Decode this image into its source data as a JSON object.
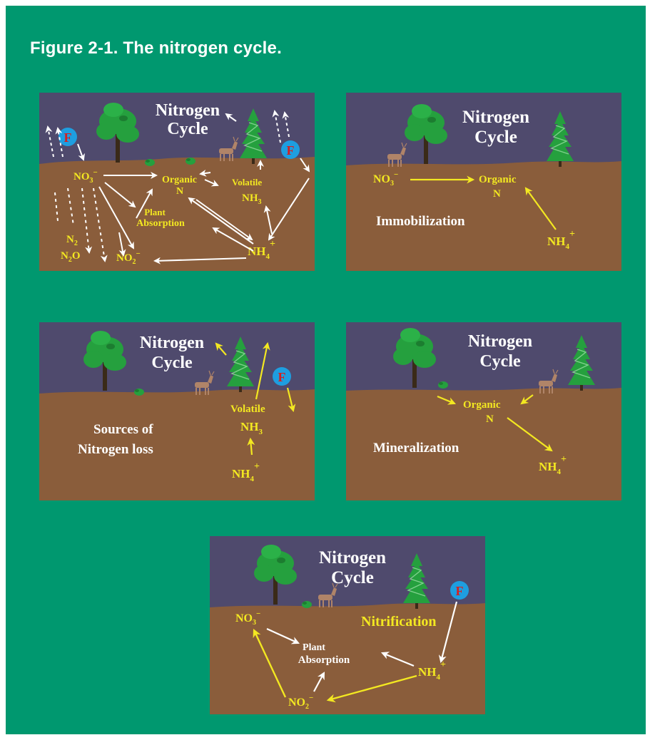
{
  "figure": {
    "title": "Figure 2-1. The nitrogen cycle.",
    "colors": {
      "background": "#00986f",
      "sky": "#4f4a6d",
      "soil": "#8a5d3b",
      "label_yellow": "#f3e821",
      "arrow_white": "#ffffff",
      "tree_green": "#25a03e",
      "fertilizer_blue": "#1e9ee0",
      "fertilizer_red": "#d42020"
    }
  },
  "fertilizer_label": "F",
  "panels": {
    "full": {
      "title_line1": "Nitrogen",
      "title_line2": "Cycle",
      "no3": "NO",
      "no3_sub": "3",
      "no3_sup": "−",
      "organic": "Organic",
      "organic_n": "N",
      "volatile": "Volatile",
      "nh3": "NH",
      "nh3_sub": "3",
      "plant": "Plant",
      "absorption": "Absorption",
      "nh4": "NH",
      "nh4_sub": "4",
      "nh4_sup": "+",
      "n2": "N",
      "n2_sub": "2",
      "n2o": "N",
      "n2o_sub": "2",
      "n2o_o": "O",
      "no2": "NO",
      "no2_sub": "2",
      "no2_sup": "−"
    },
    "immobilization": {
      "title_line1": "Nitrogen",
      "title_line2": "Cycle",
      "no3": "NO",
      "no3_sub": "3",
      "no3_sup": "−",
      "organic": "Organic",
      "organic_n": "N",
      "caption": "Immobilization",
      "nh4": "NH",
      "nh4_sub": "4",
      "nh4_sup": "+"
    },
    "loss": {
      "title_line1": "Nitrogen",
      "title_line2": "Cycle",
      "caption_line1": "Sources of",
      "caption_line2": "Nitrogen loss",
      "volatile": "Volatile",
      "nh3": "NH",
      "nh3_sub": "3",
      "nh4": "NH",
      "nh4_sub": "4",
      "nh4_sup": "+"
    },
    "mineralization": {
      "title_line1": "Nitrogen",
      "title_line2": "Cycle",
      "organic": "Organic",
      "organic_n": "N",
      "caption": "Mineralization",
      "nh4": "NH",
      "nh4_sub": "4",
      "nh4_sup": "+"
    },
    "nitrification": {
      "title_line1": "Nitrogen",
      "title_line2": "Cycle",
      "caption": "Nitrification",
      "no3": "NO",
      "no3_sub": "3",
      "no3_sup": "−",
      "plant": "Plant",
      "absorption": "Absorption",
      "nh4": "NH",
      "nh4_sub": "4",
      "nh4_sup": "+",
      "no2": "NO",
      "no2_sub": "2",
      "no2_sup": "−"
    }
  }
}
